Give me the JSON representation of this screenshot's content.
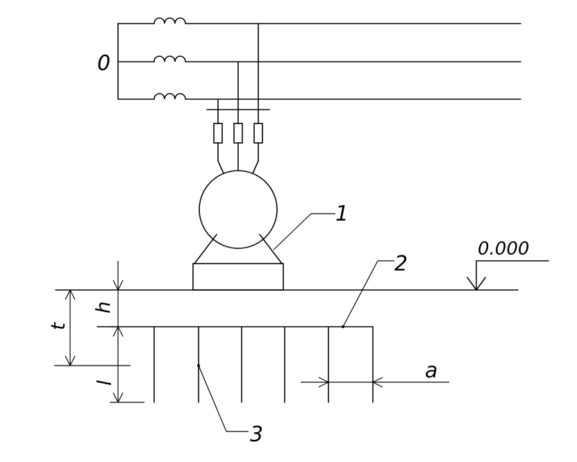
{
  "labels": {
    "phase_zero": "0",
    "callout_1": "1",
    "callout_2": "2",
    "callout_3": "3",
    "elevation": "0.000",
    "dim_h": "h",
    "dim_t": "t",
    "dim_l": "l",
    "dim_a": "a"
  }
}
